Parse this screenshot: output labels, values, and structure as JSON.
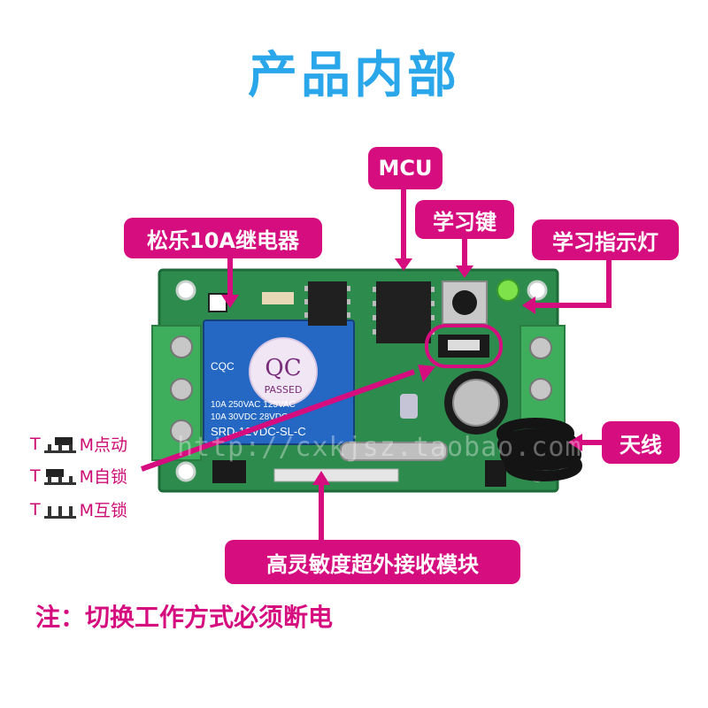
{
  "title": "产品内部",
  "labels": {
    "mcu": "MCU",
    "relay": "松乐10A继电器",
    "learn_key": "学习键",
    "learn_led": "学习指示灯",
    "antenna": "天线",
    "receiver": "高灵敏度超外接收模块"
  },
  "modes": [
    {
      "left": "T",
      "right": "M点动"
    },
    {
      "left": "T",
      "right": "M自锁"
    },
    {
      "left": "T",
      "right": "M互锁"
    }
  ],
  "note": "注：切换工作方式必须断电",
  "watermark": "http://cxkjsz.taobao.com",
  "relay_print": {
    "brand": "CQC",
    "line1": "10A 250VAC 125VAC",
    "line2": "10A 30VDC 28VDC",
    "model": "SRD-12VDC-SL-C",
    "qc": "QC",
    "passed": "PASSED"
  },
  "colors": {
    "accent": "#d60d7f",
    "title": "#2aa6ea",
    "pcb": "#2d8a4a",
    "terminal": "#34a853",
    "relay": "#2468c4"
  }
}
